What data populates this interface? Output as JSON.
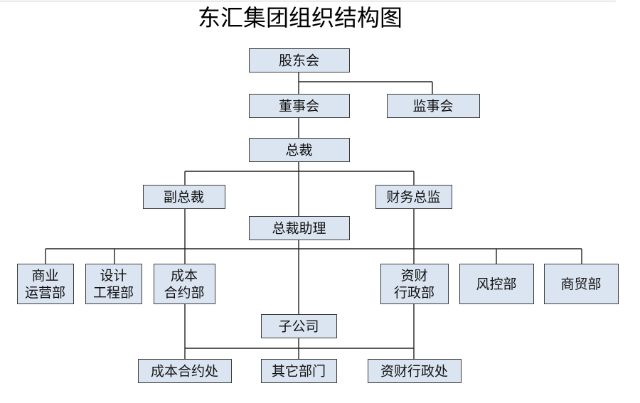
{
  "title": "东汇集团组织结构图",
  "nodes": [
    {
      "id": "shareholders",
      "lines": [
        "股东会"
      ]
    },
    {
      "id": "board",
      "lines": [
        "董事会"
      ]
    },
    {
      "id": "supervisors",
      "lines": [
        "监事会"
      ]
    },
    {
      "id": "president",
      "lines": [
        "总裁"
      ]
    },
    {
      "id": "vice-president",
      "lines": [
        "副总裁"
      ]
    },
    {
      "id": "finance-director",
      "lines": [
        "财务总监"
      ]
    },
    {
      "id": "president-assistant",
      "lines": [
        "总裁助理"
      ]
    },
    {
      "id": "commercial-ops",
      "lines": [
        "商业",
        "运营部"
      ]
    },
    {
      "id": "design-eng",
      "lines": [
        "设计",
        "工程部"
      ]
    },
    {
      "id": "cost-contract",
      "lines": [
        "成本",
        "合约部"
      ]
    },
    {
      "id": "finance-admin",
      "lines": [
        "资财",
        "行政部"
      ]
    },
    {
      "id": "risk-control",
      "lines": [
        "风控部"
      ]
    },
    {
      "id": "trade",
      "lines": [
        "商贸部"
      ]
    },
    {
      "id": "subsidiary",
      "lines": [
        "子公司"
      ]
    },
    {
      "id": "cost-contract-office",
      "lines": [
        "成本合约处"
      ]
    },
    {
      "id": "other-depts",
      "lines": [
        "其它部门"
      ]
    },
    {
      "id": "finance-admin-office",
      "lines": [
        "资财行政处"
      ]
    }
  ],
  "edges": [
    [
      "shareholders",
      "board"
    ],
    [
      "shareholders",
      "supervisors"
    ],
    [
      "board",
      "president"
    ],
    [
      "president",
      "vice-president"
    ],
    [
      "president",
      "finance-director"
    ],
    [
      "president",
      "president-assistant"
    ],
    [
      "president-assistant",
      "commercial-ops"
    ],
    [
      "president-assistant",
      "design-eng"
    ],
    [
      "president-assistant",
      "cost-contract"
    ],
    [
      "president-assistant",
      "finance-admin"
    ],
    [
      "president-assistant",
      "risk-control"
    ],
    [
      "president-assistant",
      "trade"
    ],
    [
      "president-assistant",
      "subsidiary"
    ],
    [
      "vice-president",
      "cost-contract"
    ],
    [
      "finance-director",
      "finance-admin"
    ],
    [
      "subsidiary",
      "cost-contract-office"
    ],
    [
      "subsidiary",
      "other-depts"
    ],
    [
      "subsidiary",
      "finance-admin-office"
    ],
    [
      "cost-contract",
      "cost-contract-office"
    ],
    [
      "finance-admin",
      "finance-admin-office"
    ]
  ]
}
